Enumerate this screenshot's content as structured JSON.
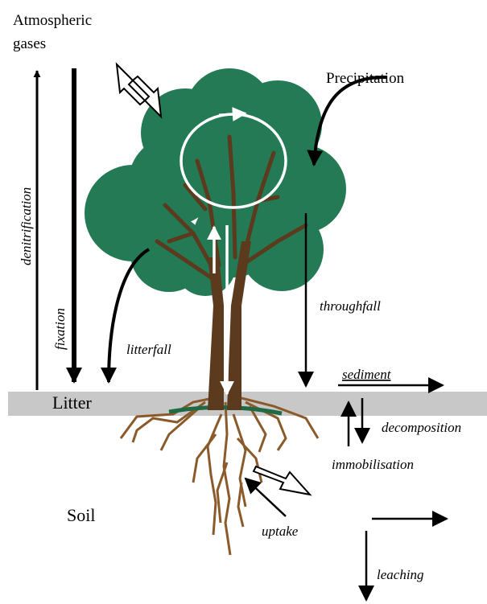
{
  "labels": {
    "atmospheric_line1": "Atmospheric",
    "atmospheric_line2": "gases",
    "precipitation": "Precipitation",
    "denitrification": "denitrification",
    "fixation": "fixation",
    "litterfall": "litterfall",
    "throughfall": "throughfall",
    "sediment": "sediment",
    "decomposition": "decomposition",
    "immobilisation": "immobilisation",
    "litter": "Litter",
    "soil": "Soil",
    "uptake": "uptake",
    "leaching": "leaching"
  },
  "colors": {
    "foliage": "#237a55",
    "trunk": "#5c3a1e",
    "root": "#8b5a2b",
    "litter_band": "#c8c8c8",
    "arrow": "#000000"
  }
}
